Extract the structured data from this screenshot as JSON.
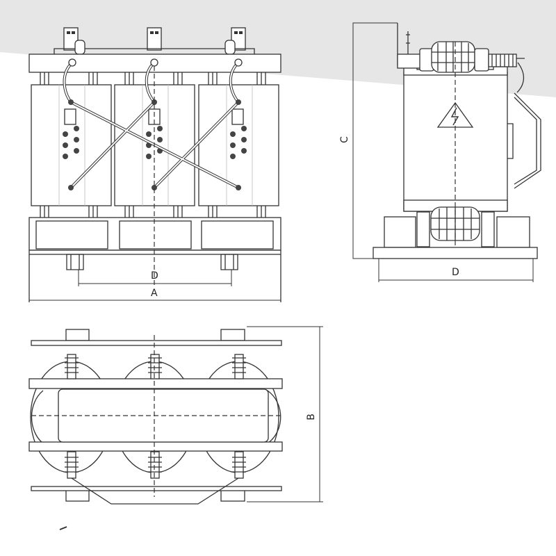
{
  "views": {
    "front": {
      "width_label": "A",
      "foot_spacing_label": "D"
    },
    "side": {
      "height_label": "C",
      "depth_label": "D"
    },
    "top": {
      "depth_label": "B"
    }
  },
  "colors": {
    "line": "#333333",
    "background_band": "#e6e6e6"
  }
}
